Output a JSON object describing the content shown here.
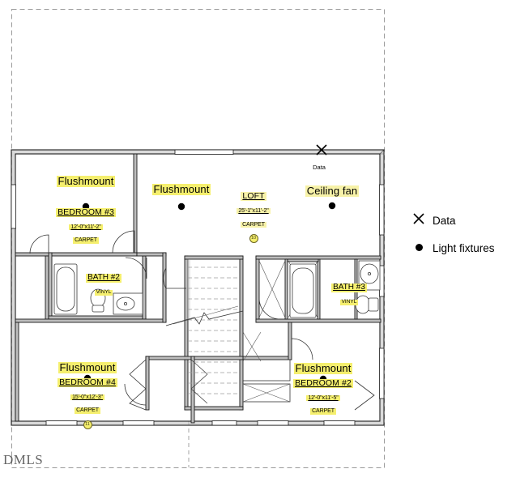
{
  "document": {
    "type": "residential-floor-plan",
    "watermark": "DMLS"
  },
  "legend": {
    "items": [
      {
        "symbol": "✕",
        "symbol_name": "x-mark-icon",
        "label": "Data"
      },
      {
        "symbol": "●",
        "symbol_name": "filled-dot-icon",
        "label": "Light fixtures"
      }
    ]
  },
  "annotations": {
    "data_outlet": {
      "label": "Data",
      "symbol": "✕"
    }
  },
  "rooms": [
    {
      "id": "bedroom-3",
      "fixture": "Flushmount",
      "name": "BEDROOM #3",
      "dimensions": "12'-0\"x11'-2\"",
      "finish": "CARPET",
      "tag": ""
    },
    {
      "id": "loft",
      "fixture": "Flushmount",
      "name": "LOFT",
      "dimensions": "25'-1\"x11'-2\"",
      "finish": "CARPET",
      "tag": "10"
    },
    {
      "id": "ceiling-fan-loft",
      "fixture": "Ceiling fan",
      "name": "",
      "dimensions": "",
      "finish": "",
      "tag": ""
    },
    {
      "id": "bath-2",
      "fixture": "",
      "name": "BATH #2",
      "dimensions": "",
      "finish": "VINYL",
      "tag": ""
    },
    {
      "id": "bath-3",
      "fixture": "",
      "name": "BATH #3",
      "dimensions": "",
      "finish": "VINYL",
      "tag": ""
    },
    {
      "id": "bedroom-4",
      "fixture": "Flushmount",
      "name": "BEDROOM #4",
      "dimensions": "15'-0\"x12'-3\"",
      "finish": "CARPET",
      "tag": "11"
    },
    {
      "id": "bedroom-2",
      "fixture": "Flushmount",
      "name": "BEDROOM #2",
      "dimensions": "12'-0\"x11'-5\"",
      "finish": "CARPET",
      "tag": ""
    }
  ],
  "colors": {
    "highlight": "#f5ef6e",
    "wall": "#1a1a1a",
    "wall_fill": "#b9b9b9",
    "fixture_line": "#4d4d4d",
    "dashed_boundary": "#8c8c8c"
  }
}
